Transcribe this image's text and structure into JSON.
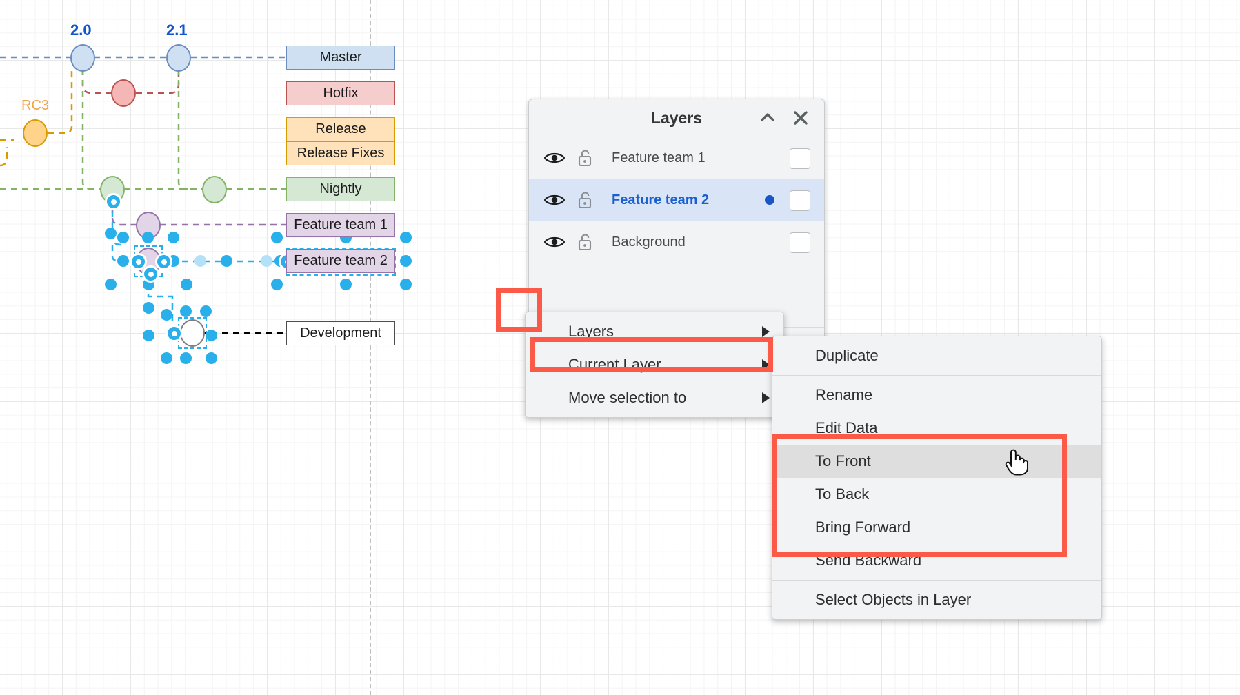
{
  "app": {
    "canvas_name": "diagram-canvas"
  },
  "diagram": {
    "tags": [
      {
        "label": "2.0",
        "color": "#1155cc"
      },
      {
        "label": "2.1",
        "color": "#1155cc"
      },
      {
        "label": "RC3",
        "color": "#f0a44a"
      }
    ],
    "lanes": [
      {
        "label": "Master",
        "fill": "#cfe0f3",
        "stroke": "#6c8ebf",
        "text": "#000000"
      },
      {
        "label": "Hotfix",
        "fill": "#f5cdcd",
        "stroke": "#b85450",
        "text": "#000000"
      },
      {
        "label": "Release",
        "fill": "#ffe1ba",
        "stroke": "#d79b00",
        "text": "#000000"
      },
      {
        "label": "Release Fixes",
        "fill": "#ffe1ba",
        "stroke": "#d79b00",
        "text": "#000000"
      },
      {
        "label": "Nightly",
        "fill": "#d5e8d4",
        "stroke": "#82b366",
        "text": "#000000"
      },
      {
        "label": "Feature team 1",
        "fill": "#e1d5e7",
        "stroke": "#9673a6",
        "text": "#000000"
      },
      {
        "label": "Feature team 2",
        "fill": "#e1d5e7",
        "stroke": "#9673a6",
        "text": "#000000"
      },
      {
        "label": "Development",
        "fill": "#ffffff",
        "stroke": "#4d4d4d",
        "text": "#000000"
      }
    ]
  },
  "layers_panel": {
    "title": "Layers",
    "collapse_icon": "chevron-up-icon",
    "close_icon": "close-icon",
    "rows": [
      {
        "name": "Feature team 1",
        "visible": true,
        "locked": false,
        "active": false,
        "has_dot": false
      },
      {
        "name": "Feature team 2",
        "visible": true,
        "locked": false,
        "active": true,
        "has_dot": true
      },
      {
        "name": "Background",
        "visible": true,
        "locked": false,
        "active": false,
        "has_dot": false
      }
    ],
    "toolbar": [
      {
        "icon": "plus-icon",
        "name": "add-layer-button",
        "highlighted": false
      },
      {
        "icon": "hamburger-icon",
        "name": "layer-menu-button",
        "highlighted": true
      },
      {
        "icon": "trash-icon",
        "name": "delete-layer-button",
        "highlighted": false
      }
    ]
  },
  "context_menu": {
    "items": [
      {
        "label": "Layers",
        "submenu": true,
        "highlighted": false
      },
      {
        "label": "Current Layer",
        "submenu": true,
        "highlighted": true
      },
      {
        "label": "Move selection to",
        "submenu": true,
        "highlighted": false
      }
    ]
  },
  "submenu": {
    "items": [
      {
        "label": "Duplicate",
        "highlighted": false,
        "separator_after": true
      },
      {
        "label": "Rename",
        "highlighted": false,
        "separator_after": false
      },
      {
        "label": "Edit Data",
        "highlighted": false,
        "separator_after": false
      },
      {
        "label": "To Front",
        "highlighted": true,
        "separator_after": false
      },
      {
        "label": "To Back",
        "highlighted": false,
        "separator_after": false
      },
      {
        "label": "Bring Forward",
        "highlighted": false,
        "separator_after": false
      },
      {
        "label": "Send Backward",
        "highlighted": false,
        "separator_after": true
      },
      {
        "label": "Select Objects in Layer",
        "highlighted": false,
        "separator_after": false
      }
    ]
  },
  "annotations": {
    "highlight_color": "#fb5a48",
    "boxes": [
      "layer-menu-button",
      "current-layer-item",
      "ordering-group"
    ]
  },
  "colors": {
    "accent_blue": "#29b0ea",
    "active_layer_text": "#1a5fd0",
    "panel_bg": "#f1f3f4",
    "selection_row": "#d9e5f7"
  },
  "cursor": {
    "type": "pointing-hand-cursor"
  }
}
